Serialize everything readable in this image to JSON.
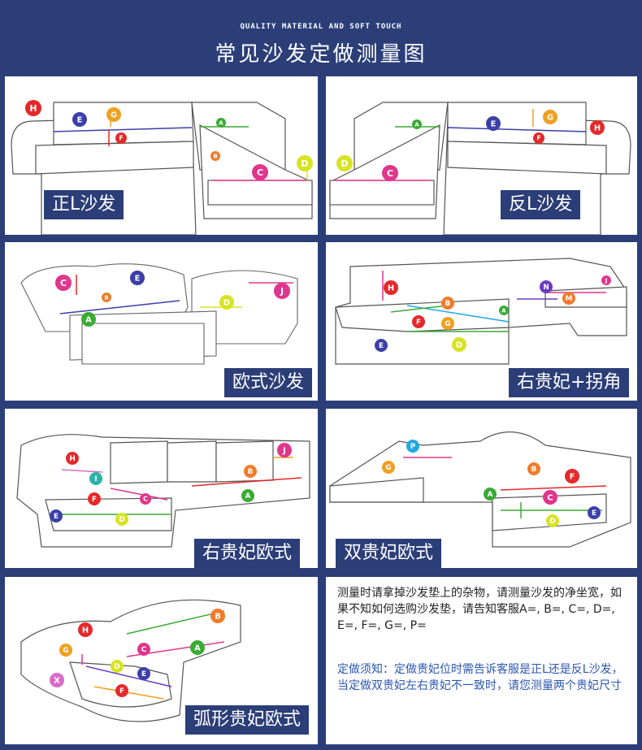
{
  "header": {
    "subtitle": "QUALITY MATERIAL AND SOFT TOUCH",
    "title": "常见沙发定做测量图"
  },
  "panels": {
    "p1": {
      "label": "正L沙发"
    },
    "p2": {
      "label": "反L沙发"
    },
    "p3": {
      "label": "欧式沙发"
    },
    "p4": {
      "label": "右贵妃+拐角"
    },
    "p5": {
      "label": "右贵妃欧式"
    },
    "p6": {
      "label": "双贵妃欧式"
    },
    "p7": {
      "label": "弧形贵妃欧式"
    }
  },
  "notes": {
    "measure": "测量时请拿掉沙发垫上的杂物，请测量沙发的净坐宽，如果不知如何选购沙发垫，请告知客服A=, B=, C=, D=, E=, F=, G=, P=",
    "custom": "定做须知：定做贵妃位时需告诉客服是正L还是反L沙发，当定做双贵妃左右贵妃不一致时，请您测量两个贵妃尺寸"
  },
  "marker_colors": {
    "A": "#3aaa35",
    "B": "#f07b2a",
    "C": "#e0368c",
    "D": "#d7e325",
    "E": "#3b3fa8",
    "F": "#e5282a",
    "G": "#f0a020",
    "H": "#e5282a",
    "I": "#2bb3a8",
    "J": "#e0368c",
    "N": "#6a3cc0",
    "M": "#f07b2a",
    "P": "#21a8e0",
    "X": "#d86cc8"
  },
  "markers": {
    "p1": [
      "H",
      "E",
      "G",
      "F",
      "A",
      "B",
      "C",
      "D"
    ],
    "p2": [
      "D",
      "A",
      "C",
      "E",
      "G",
      "F",
      "H"
    ],
    "p3": [
      "C",
      "B",
      "E",
      "A",
      "D",
      "J"
    ],
    "p4": [
      "H",
      "B",
      "G",
      "F",
      "A",
      "E",
      "D",
      "N",
      "M",
      "J"
    ],
    "p5": [
      "H",
      "I",
      "F",
      "C",
      "E",
      "D",
      "B",
      "A",
      "J"
    ],
    "p6": [
      "P",
      "G",
      "B",
      "F",
      "A",
      "C",
      "D",
      "E"
    ],
    "p7": [
      "B",
      "H",
      "G",
      "C",
      "A",
      "D",
      "E",
      "X",
      "F"
    ]
  }
}
